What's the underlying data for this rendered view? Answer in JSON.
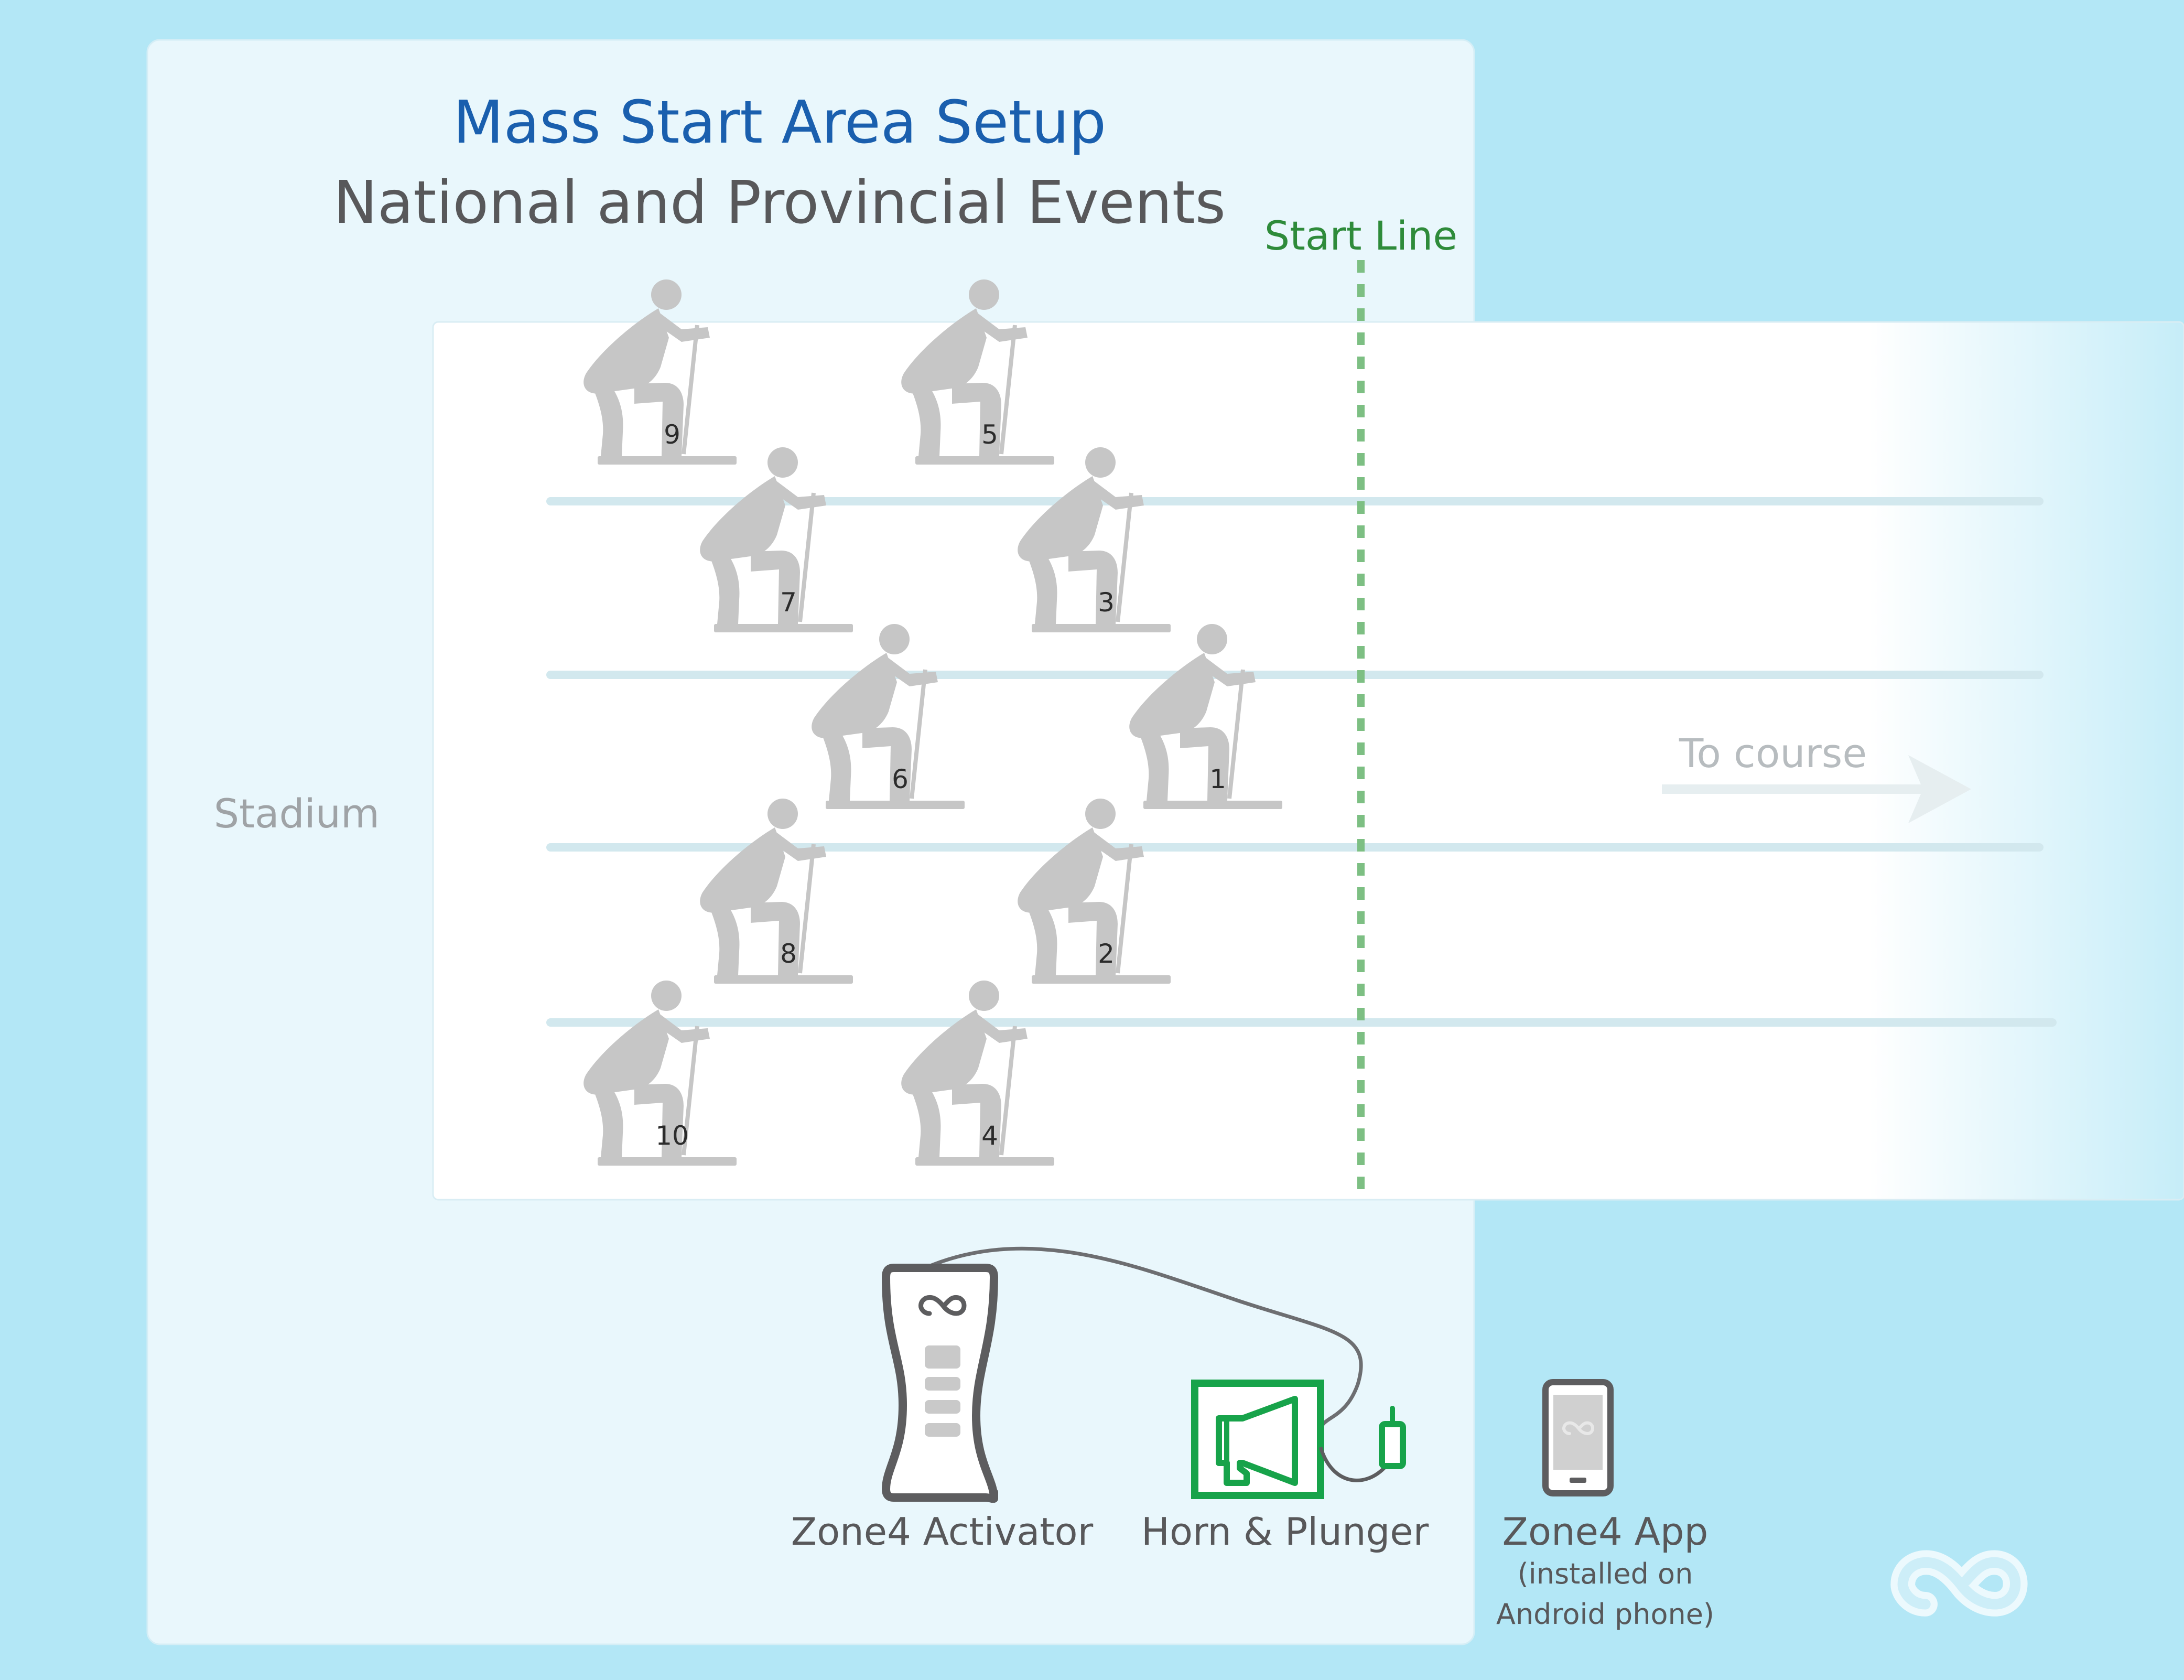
{
  "header": {
    "title": "Mass Start Area Setup",
    "subtitle": "National and Provincial Events"
  },
  "labels": {
    "start_line": "Start Line",
    "stadium": "Stadium",
    "to_course": "To course"
  },
  "skiers": [
    {
      "bib": "9",
      "row": 0,
      "col": 0
    },
    {
      "bib": "5",
      "row": 0,
      "col": 1
    },
    {
      "bib": "7",
      "row": 1,
      "col": 0
    },
    {
      "bib": "3",
      "row": 1,
      "col": 1
    },
    {
      "bib": "6",
      "row": 2,
      "col": 0
    },
    {
      "bib": "1",
      "row": 2,
      "col": 1
    },
    {
      "bib": "8",
      "row": 3,
      "col": 0
    },
    {
      "bib": "2",
      "row": 3,
      "col": 1
    },
    {
      "bib": "10",
      "row": 4,
      "col": 0
    },
    {
      "bib": "4",
      "row": 4,
      "col": 1
    }
  ],
  "equipment": {
    "activator": "Zone4 Activator",
    "horn": "Horn & Plunger",
    "app": "Zone4 App",
    "app_note_1": "(installed on",
    "app_note_2": "Android phone)"
  },
  "colors": {
    "page_bg": "#b3e7f6",
    "panel_bg": "#e9f7fc",
    "title_blue": "#1a5fae",
    "subtitle_gray": "#58585a",
    "start_line_green": "#2e8b3a",
    "horn_green": "#17a34a",
    "skier_gray": "#c6c6c6",
    "label_gray": "#9fa3a6"
  },
  "icons": {
    "activator": "zone4-activator-icon",
    "horn": "horn-megaphone-icon",
    "plunger": "plunger-icon",
    "phone": "android-phone-icon",
    "logo": "zone4-logo-icon"
  }
}
